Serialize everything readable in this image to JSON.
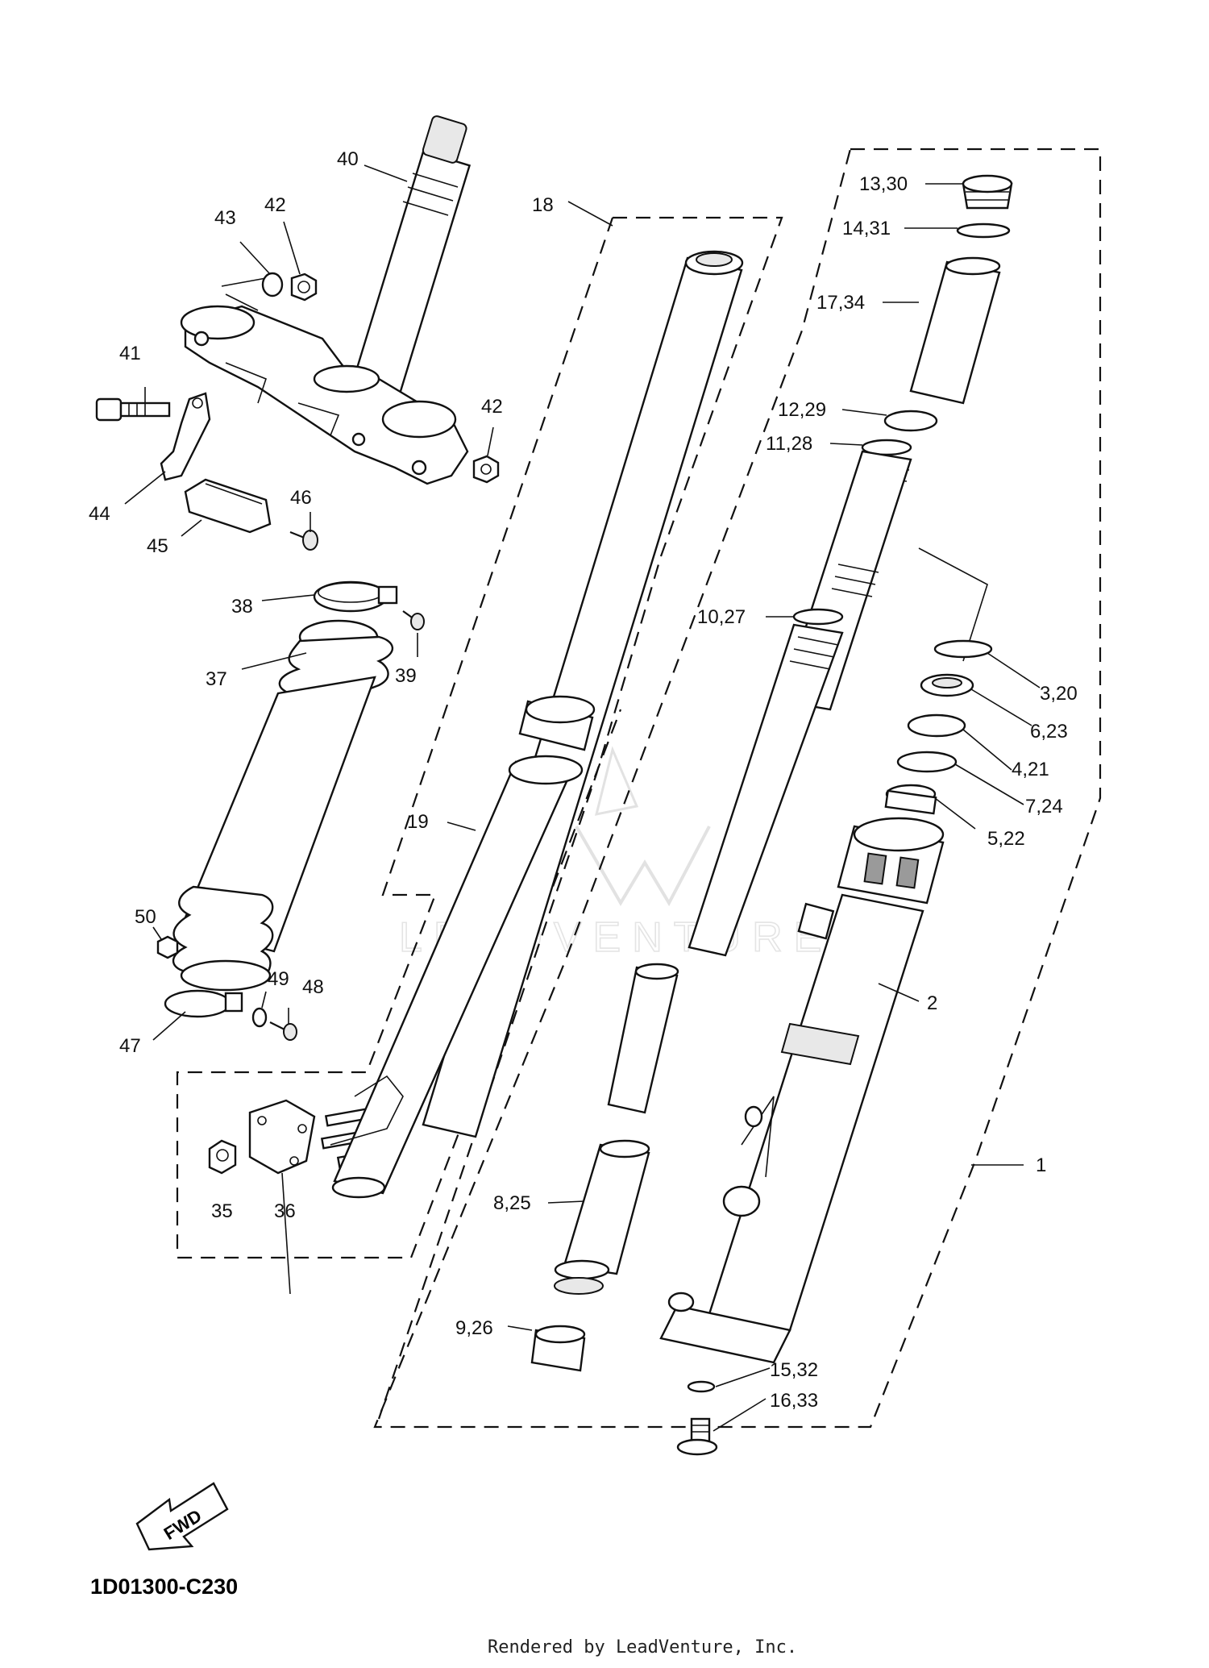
{
  "diagram": {
    "code": "1D01300-C230",
    "footer": "Rendered by LeadVenture, Inc.",
    "watermark": "LEADVENTURE",
    "fwd_label": "FWD",
    "callouts": [
      {
        "id": "c40",
        "text": "40"
      },
      {
        "id": "c43",
        "text": "43"
      },
      {
        "id": "c42a",
        "text": "42"
      },
      {
        "id": "c41",
        "text": "41"
      },
      {
        "id": "c42b",
        "text": "42"
      },
      {
        "id": "c44",
        "text": "44"
      },
      {
        "id": "c45",
        "text": "45"
      },
      {
        "id": "c46",
        "text": "46"
      },
      {
        "id": "c38",
        "text": "38"
      },
      {
        "id": "c39",
        "text": "39"
      },
      {
        "id": "c37",
        "text": "37"
      },
      {
        "id": "c50",
        "text": "50"
      },
      {
        "id": "c49",
        "text": "49"
      },
      {
        "id": "c48",
        "text": "48"
      },
      {
        "id": "c47",
        "text": "47"
      },
      {
        "id": "c35",
        "text": "35"
      },
      {
        "id": "c36",
        "text": "36"
      },
      {
        "id": "c18",
        "text": "18"
      },
      {
        "id": "c19",
        "text": "19"
      },
      {
        "id": "c1330",
        "text": "13,30"
      },
      {
        "id": "c1431",
        "text": "14,31"
      },
      {
        "id": "c1734",
        "text": "17,34"
      },
      {
        "id": "c1229",
        "text": "12,29"
      },
      {
        "id": "c1128",
        "text": "11,28"
      },
      {
        "id": "c1027",
        "text": "10,27"
      },
      {
        "id": "c320",
        "text": "3,20"
      },
      {
        "id": "c623",
        "text": "6,23"
      },
      {
        "id": "c421",
        "text": "4,21"
      },
      {
        "id": "c724",
        "text": "7,24"
      },
      {
        "id": "c522",
        "text": "5,22"
      },
      {
        "id": "c2",
        "text": "2"
      },
      {
        "id": "c1",
        "text": "1"
      },
      {
        "id": "c825",
        "text": "8,25"
      },
      {
        "id": "c926",
        "text": "9,26"
      },
      {
        "id": "c1532",
        "text": "15,32"
      },
      {
        "id": "c1633",
        "text": "16,33"
      }
    ]
  }
}
